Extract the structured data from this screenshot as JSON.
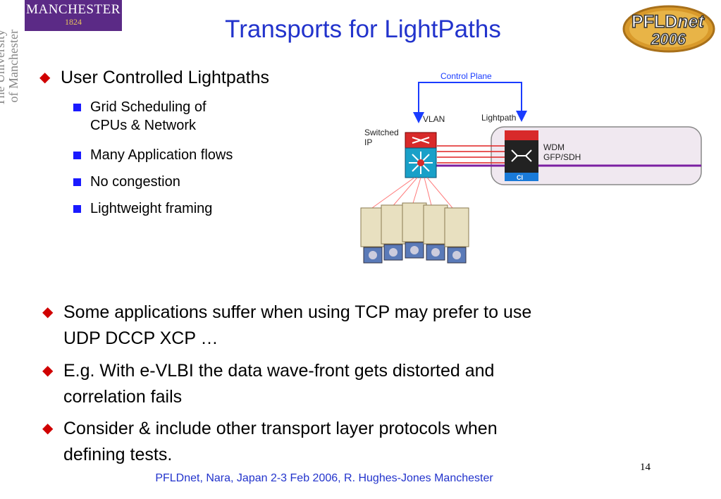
{
  "logo": {
    "name": "MANCHESTER",
    "year": "1824"
  },
  "university": {
    "line1": "The University",
    "line2": "of Manchester"
  },
  "title": "Transports for LightPaths",
  "pfld_logo": {
    "text_a": "PFLD",
    "text_b": "net",
    "year": "2006"
  },
  "top_bullet": {
    "label": "User Controlled Lightpaths",
    "subs": [
      [
        "Grid Scheduling of",
        "CPUs & Network"
      ],
      [
        "Many Application flows"
      ],
      [
        "No congestion"
      ],
      [
        "Lightweight framing"
      ]
    ]
  },
  "diagram": {
    "control_plane": "Control Plane",
    "vlan": "VLAN",
    "lightpath": "Lightpath",
    "switched_ip": [
      "Switched",
      "IP"
    ],
    "wdm": [
      "WDM",
      "GFP/SDH"
    ],
    "ci": "CI"
  },
  "bottom_bullets": [
    [
      "Some applications suffer when using TCP may prefer to use",
      "UDP DCCP XCP …"
    ],
    [
      "E.g. With e-VLBI the data wave-front gets distorted and",
      "correlation fails"
    ],
    [
      "Consider & include other transport layer protocols when",
      "defining tests."
    ]
  ],
  "page_number": "14",
  "footer": "PFLDnet, Nara, Japan 2-3 Feb 2006,  R. Hughes-Jones  Manchester",
  "colors": {
    "title": "#2233cc",
    "diamond": "#d00000",
    "square": "#1a1aff",
    "logo_bg": "#5b2a86"
  }
}
